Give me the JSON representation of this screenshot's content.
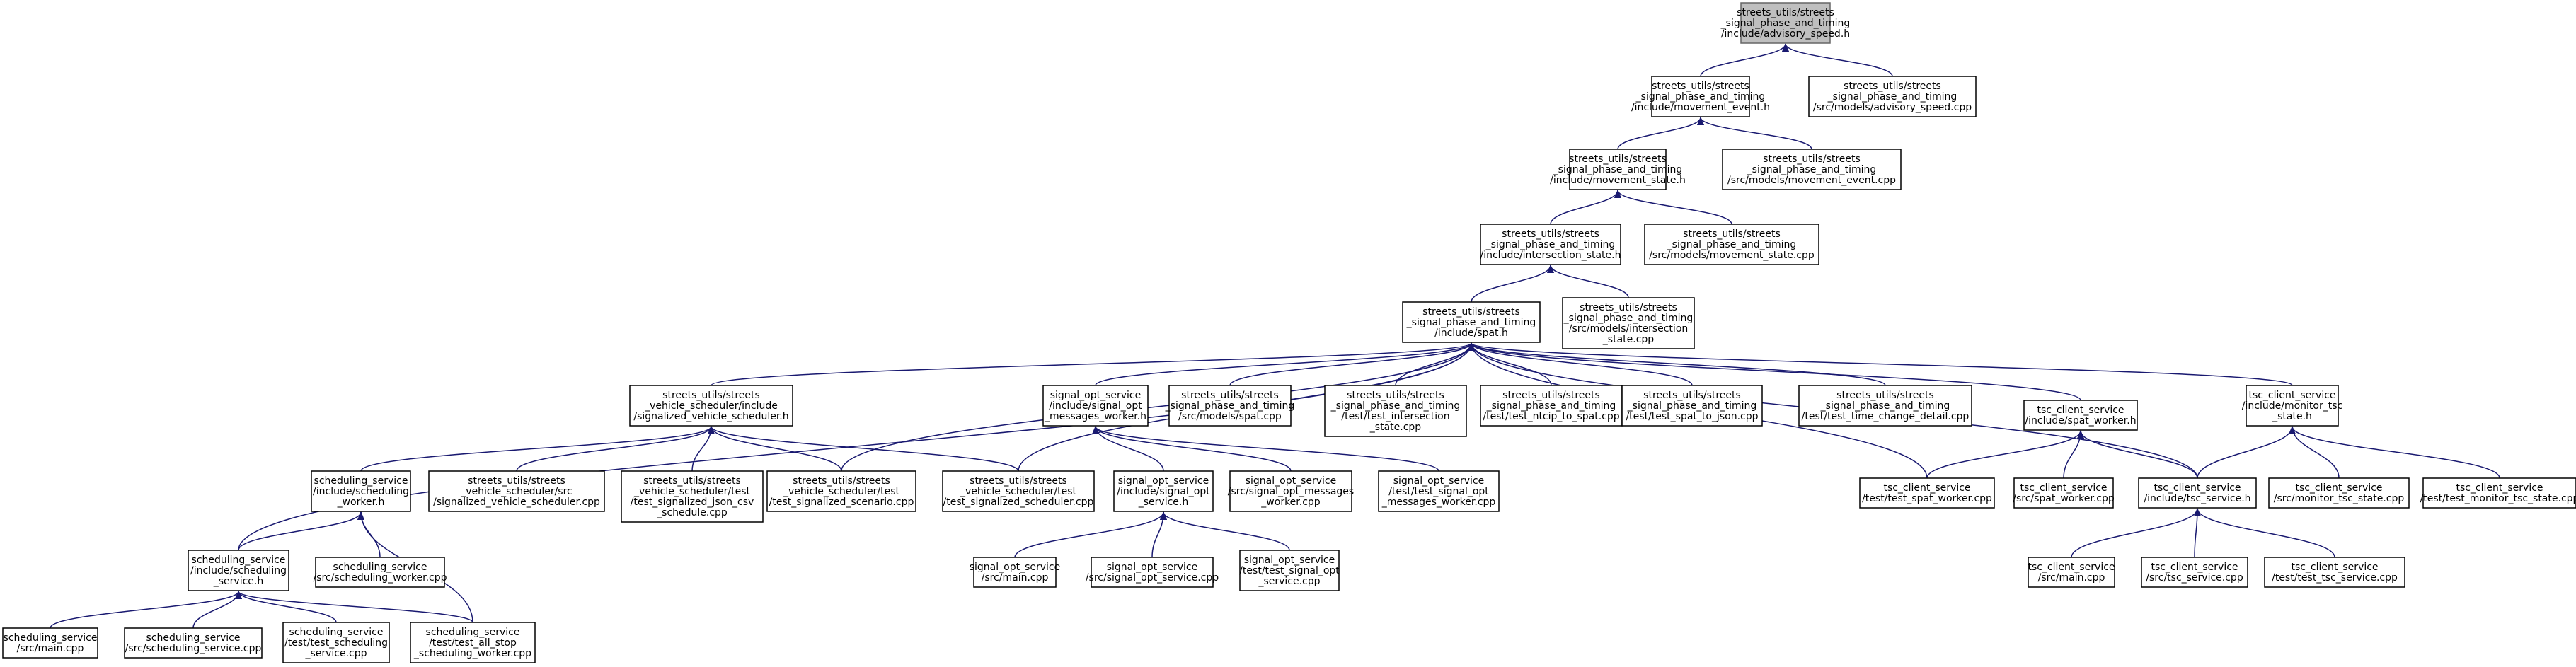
{
  "diagram": {
    "type": "include-dependency-graph",
    "nodes": [
      {
        "id": "advisory_speed_h",
        "lines": [
          "streets_utils/streets",
          "_signal_phase_and_timing",
          "/include/advisory_speed.h"
        ],
        "highlighted": true
      },
      {
        "id": "movement_event_h",
        "lines": [
          "streets_utils/streets",
          "_signal_phase_and_timing",
          "/include/movement_event.h"
        ]
      },
      {
        "id": "advisory_speed_cpp",
        "lines": [
          "streets_utils/streets",
          "_signal_phase_and_timing",
          "/src/models/advisory_speed.cpp"
        ]
      },
      {
        "id": "movement_state_h",
        "lines": [
          "streets_utils/streets",
          "_signal_phase_and_timing",
          "/include/movement_state.h"
        ]
      },
      {
        "id": "movement_event_cpp",
        "lines": [
          "streets_utils/streets",
          "_signal_phase_and_timing",
          "/src/models/movement_event.cpp"
        ]
      },
      {
        "id": "intersection_state_h",
        "lines": [
          "streets_utils/streets",
          "_signal_phase_and_timing",
          "/include/intersection_state.h"
        ]
      },
      {
        "id": "movement_state_cpp",
        "lines": [
          "streets_utils/streets",
          "_signal_phase_and_timing",
          "/src/models/movement_state.cpp"
        ]
      },
      {
        "id": "spat_h",
        "lines": [
          "streets_utils/streets",
          "_signal_phase_and_timing",
          "/include/spat.h"
        ]
      },
      {
        "id": "intersection_state_cpp",
        "lines": [
          "streets_utils/streets",
          "_signal_phase_and_timing",
          "/src/models/intersection",
          "_state.cpp"
        ]
      },
      {
        "id": "signalized_vehicle_scheduler_h",
        "lines": [
          "streets_utils/streets",
          "_vehicle_scheduler/include",
          "/signalized_vehicle_scheduler.h"
        ]
      },
      {
        "id": "signal_opt_messages_worker_h",
        "lines": [
          "signal_opt_service",
          "/include/signal_opt",
          "_messages_worker.h"
        ]
      },
      {
        "id": "spat_cpp",
        "lines": [
          "streets_utils/streets",
          "_signal_phase_and_timing",
          "/src/models/spat.cpp"
        ]
      },
      {
        "id": "test_intersection_state_cpp",
        "lines": [
          "streets_utils/streets",
          "_signal_phase_and_timing",
          "/test/test_intersection",
          "_state.cpp"
        ]
      },
      {
        "id": "test_ntcip_to_spat_cpp",
        "lines": [
          "streets_utils/streets",
          "_signal_phase_and_timing",
          "/test/test_ntcip_to_spat.cpp"
        ]
      },
      {
        "id": "test_spat_to_json_cpp",
        "lines": [
          "streets_utils/streets",
          "_signal_phase_and_timing",
          "/test/test_spat_to_json.cpp"
        ]
      },
      {
        "id": "test_time_change_detail_cpp",
        "lines": [
          "streets_utils/streets",
          "_signal_phase_and_timing",
          "/test/test_time_change_detail.cpp"
        ]
      },
      {
        "id": "spat_worker_h",
        "lines": [
          "tsc_client_service",
          "/include/spat_worker.h"
        ]
      },
      {
        "id": "monitor_tsc_state_h",
        "lines": [
          "tsc_client_service",
          "/include/monitor_tsc",
          "_state.h"
        ]
      },
      {
        "id": "scheduling_worker_h",
        "lines": [
          "scheduling_service",
          "/include/scheduling",
          "_worker.h"
        ]
      },
      {
        "id": "signalized_vehicle_scheduler_cpp",
        "lines": [
          "streets_utils/streets",
          "_vehicle_scheduler/src",
          "/signalized_vehicle_scheduler.cpp"
        ]
      },
      {
        "id": "test_signalized_json_csv_schedule_cpp",
        "lines": [
          "streets_utils/streets",
          "_vehicle_scheduler/test",
          "/test_signalized_json_csv",
          "_schedule.cpp"
        ]
      },
      {
        "id": "test_signalized_scenario_cpp",
        "lines": [
          "streets_utils/streets",
          "_vehicle_scheduler/test",
          "/test_signalized_scenario.cpp"
        ]
      },
      {
        "id": "test_signalized_scheduler_cpp",
        "lines": [
          "streets_utils/streets",
          "_vehicle_scheduler/test",
          "/test_signalized_scheduler.cpp"
        ]
      },
      {
        "id": "signal_opt_service_h",
        "lines": [
          "signal_opt_service",
          "/include/signal_opt",
          "_service.h"
        ]
      },
      {
        "id": "signal_opt_messages_worker_cpp",
        "lines": [
          "signal_opt_service",
          "/src/signal_opt_messages",
          "_worker.cpp"
        ]
      },
      {
        "id": "test_signal_opt_messages_worker_cpp",
        "lines": [
          "signal_opt_service",
          "/test/test_signal_opt",
          "_messages_worker.cpp"
        ]
      },
      {
        "id": "test_spat_worker_cpp",
        "lines": [
          "tsc_client_service",
          "/test/test_spat_worker.cpp"
        ]
      },
      {
        "id": "spat_worker_cpp",
        "lines": [
          "tsc_client_service",
          "/src/spat_worker.cpp"
        ]
      },
      {
        "id": "tsc_service_h",
        "lines": [
          "tsc_client_service",
          "/include/tsc_service.h"
        ]
      },
      {
        "id": "monitor_tsc_state_cpp",
        "lines": [
          "tsc_client_service",
          "/src/monitor_tsc_state.cpp"
        ]
      },
      {
        "id": "test_monitor_tsc_state_cpp",
        "lines": [
          "tsc_client_service",
          "/test/test_monitor_tsc_state.cpp"
        ]
      },
      {
        "id": "scheduling_service_h",
        "lines": [
          "scheduling_service",
          "/include/scheduling",
          "_service.h"
        ]
      },
      {
        "id": "scheduling_worker_cpp",
        "lines": [
          "scheduling_service",
          "/src/scheduling_worker.cpp"
        ]
      },
      {
        "id": "opt_main_cpp",
        "lines": [
          "signal_opt_service",
          "/src/main.cpp"
        ]
      },
      {
        "id": "signal_opt_service_cpp",
        "lines": [
          "signal_opt_service",
          "/src/signal_opt_service.cpp"
        ]
      },
      {
        "id": "test_signal_opt_service_cpp",
        "lines": [
          "signal_opt_service",
          "/test/test_signal_opt",
          "_service.cpp"
        ]
      },
      {
        "id": "tsc_main_cpp",
        "lines": [
          "tsc_client_service",
          "/src/main.cpp"
        ]
      },
      {
        "id": "tsc_service_cpp",
        "lines": [
          "tsc_client_service",
          "/src/tsc_service.cpp"
        ]
      },
      {
        "id": "test_tsc_service_cpp",
        "lines": [
          "tsc_client_service",
          "/test/test_tsc_service.cpp"
        ]
      },
      {
        "id": "sched_main_cpp",
        "lines": [
          "scheduling_service",
          "/src/main.cpp"
        ]
      },
      {
        "id": "scheduling_service_cpp",
        "lines": [
          "scheduling_service",
          "/src/scheduling_service.cpp"
        ]
      },
      {
        "id": "test_scheduling_service_cpp",
        "lines": [
          "scheduling_service",
          "/test/test_scheduling",
          "_service.cpp"
        ]
      },
      {
        "id": "test_all_stop_scheduling_worker_cpp",
        "lines": [
          "scheduling_service",
          "/test/test_all_stop",
          "_scheduling_worker.cpp"
        ]
      }
    ],
    "edges": [
      [
        "movement_event_h",
        "advisory_speed_h"
      ],
      [
        "advisory_speed_cpp",
        "advisory_speed_h"
      ],
      [
        "movement_state_h",
        "movement_event_h"
      ],
      [
        "movement_event_cpp",
        "movement_event_h"
      ],
      [
        "intersection_state_h",
        "movement_state_h"
      ],
      [
        "movement_state_cpp",
        "movement_state_h"
      ],
      [
        "spat_h",
        "intersection_state_h"
      ],
      [
        "intersection_state_cpp",
        "intersection_state_h"
      ],
      [
        "signalized_vehicle_scheduler_h",
        "spat_h"
      ],
      [
        "signal_opt_messages_worker_h",
        "spat_h"
      ],
      [
        "spat_cpp",
        "spat_h"
      ],
      [
        "test_intersection_state_cpp",
        "spat_h"
      ],
      [
        "test_ntcip_to_spat_cpp",
        "spat_h"
      ],
      [
        "test_spat_to_json_cpp",
        "spat_h"
      ],
      [
        "test_time_change_detail_cpp",
        "spat_h"
      ],
      [
        "spat_worker_h",
        "spat_h"
      ],
      [
        "monitor_tsc_state_h",
        "spat_h"
      ],
      [
        "scheduling_service_h",
        "spat_h"
      ],
      [
        "test_signalized_scheduler_cpp",
        "spat_h"
      ],
      [
        "test_signalized_scenario_cpp",
        "spat_h"
      ],
      [
        "test_spat_worker_cpp",
        "spat_h"
      ],
      [
        "tsc_service_h",
        "spat_h"
      ],
      [
        "scheduling_worker_h",
        "signalized_vehicle_scheduler_h"
      ],
      [
        "signalized_vehicle_scheduler_cpp",
        "signalized_vehicle_scheduler_h"
      ],
      [
        "test_signalized_json_csv_schedule_cpp",
        "signalized_vehicle_scheduler_h"
      ],
      [
        "test_signalized_scenario_cpp",
        "signalized_vehicle_scheduler_h"
      ],
      [
        "test_signalized_scheduler_cpp",
        "signalized_vehicle_scheduler_h"
      ],
      [
        "signal_opt_service_h",
        "signal_opt_messages_worker_h"
      ],
      [
        "signal_opt_messages_worker_cpp",
        "signal_opt_messages_worker_h"
      ],
      [
        "test_signal_opt_messages_worker_cpp",
        "signal_opt_messages_worker_h"
      ],
      [
        "test_spat_worker_cpp",
        "spat_worker_h"
      ],
      [
        "spat_worker_cpp",
        "spat_worker_h"
      ],
      [
        "tsc_service_h",
        "spat_worker_h"
      ],
      [
        "tsc_service_h",
        "monitor_tsc_state_h"
      ],
      [
        "monitor_tsc_state_cpp",
        "monitor_tsc_state_h"
      ],
      [
        "test_monitor_tsc_state_cpp",
        "monitor_tsc_state_h"
      ],
      [
        "scheduling_service_h",
        "scheduling_worker_h"
      ],
      [
        "scheduling_worker_cpp",
        "scheduling_worker_h"
      ],
      [
        "test_all_stop_scheduling_worker_cpp",
        "scheduling_worker_h"
      ],
      [
        "opt_main_cpp",
        "signal_opt_service_h"
      ],
      [
        "signal_opt_service_cpp",
        "signal_opt_service_h"
      ],
      [
        "test_signal_opt_service_cpp",
        "signal_opt_service_h"
      ],
      [
        "tsc_main_cpp",
        "tsc_service_h"
      ],
      [
        "tsc_service_cpp",
        "tsc_service_h"
      ],
      [
        "test_tsc_service_cpp",
        "tsc_service_h"
      ],
      [
        "sched_main_cpp",
        "scheduling_service_h"
      ],
      [
        "scheduling_service_cpp",
        "scheduling_service_h"
      ],
      [
        "test_scheduling_service_cpp",
        "scheduling_service_h"
      ],
      [
        "test_all_stop_scheduling_worker_cpp",
        "scheduling_service_h"
      ]
    ],
    "colors": {
      "edge": "#191970",
      "root_fill": "#bfbfbf",
      "root_stroke": "#666666",
      "node_fill": "#ffffff",
      "node_stroke": "#000000"
    }
  }
}
